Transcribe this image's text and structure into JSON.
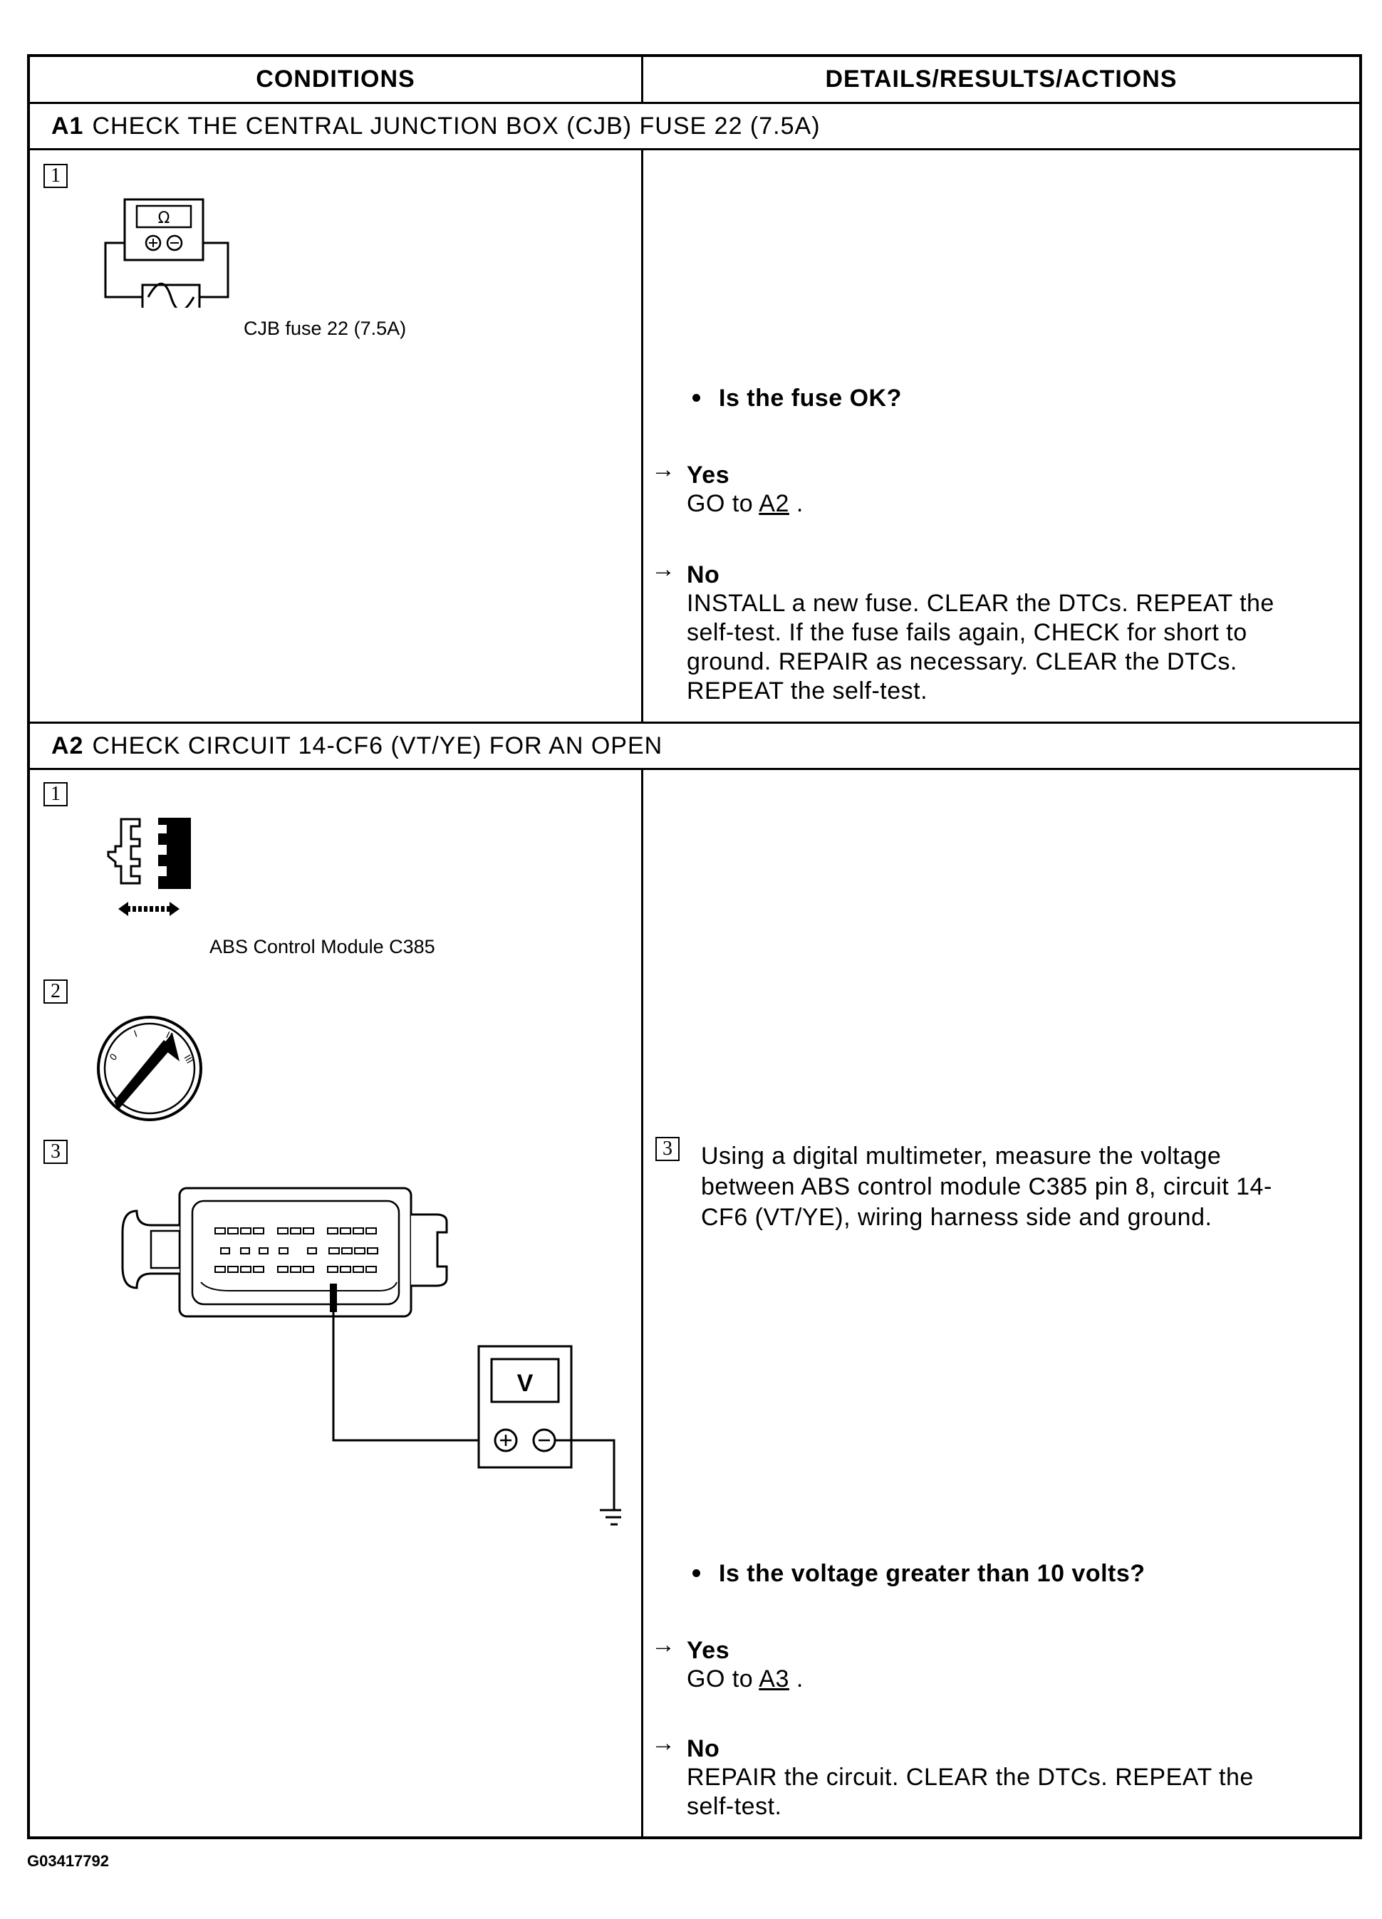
{
  "header": {
    "conditions": "CONDITIONS",
    "details": "DETAILS/RESULTS/ACTIONS"
  },
  "sections": {
    "a1": {
      "code": "A1",
      "title": "CHECK THE CENTRAL JUNCTION BOX (CJB) FUSE 22 (7.5A)",
      "step1": {
        "number": "1",
        "caption": "CJB fuse 22 (7.5A)",
        "meter_symbol": "Ω",
        "icon": "ohmmeter-fuse-icon"
      },
      "question": "Is the fuse OK?",
      "yes": {
        "label": "Yes",
        "text_before": "GO to",
        "link": "A2",
        "text_after": "."
      },
      "no": {
        "label": "No",
        "lines": [
          "INSTALL a new fuse. CLEAR the DTCs. REPEAT the",
          "self-test. If the fuse fails again, CHECK for short to",
          "ground. REPAIR as necessary. CLEAR the DTCs.",
          "REPEAT the self-test."
        ]
      }
    },
    "a2": {
      "code": "A2",
      "title": "CHECK CIRCUIT 14-CF6 (VT/YE) FOR AN OPEN",
      "step1": {
        "number": "1",
        "caption": "ABS Control Module C385",
        "icon": "disconnect-connector-icon"
      },
      "step2": {
        "number": "2",
        "icon": "ignition-switch-icon"
      },
      "step3": {
        "number": "3",
        "meter_symbol": "V",
        "icon": "voltmeter-connector-icon",
        "description_lines": [
          "Using a digital multimeter, measure the voltage",
          "between ABS control module C385 pin 8, circuit 14-",
          "CF6 (VT/YE), wiring harness side and ground."
        ]
      },
      "question": "Is the voltage greater than 10 volts?",
      "yes": {
        "label": "Yes",
        "text_before": "GO to",
        "link": "A3",
        "text_after": "."
      },
      "no": {
        "label": "No",
        "lines": [
          "REPAIR the circuit. CLEAR the DTCs. REPEAT the",
          "self-test."
        ]
      }
    }
  },
  "figure_id": "G03417792"
}
